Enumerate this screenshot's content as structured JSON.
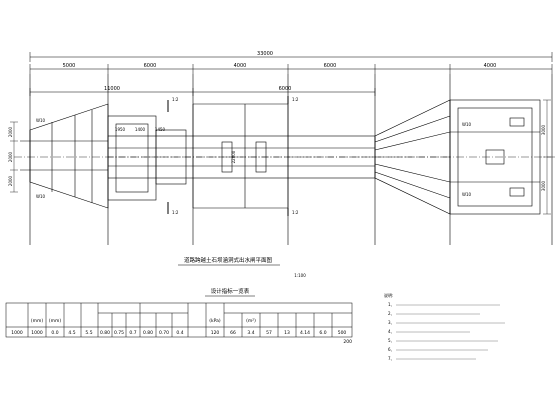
{
  "plan": {
    "overall_dim": "33000",
    "top_dims": [
      "5000",
      "6000",
      "4000",
      "6000",
      "4000"
    ],
    "second_dims": [
      "11000",
      "6000"
    ],
    "left_widths": [
      "1950",
      "1400",
      "1450"
    ],
    "left_vertical": [
      "2000",
      "2000",
      "2000"
    ],
    "right_vertical": [
      "3000",
      "3000"
    ],
    "section_marks": [
      "1:2",
      "1:2",
      "1:2",
      "1:2"
    ],
    "center_dim": "22000",
    "small_labels": [
      "W10",
      "W10",
      "W10",
      "W10"
    ],
    "title": "道路跨越土石坝涵洞式出水闸平面图",
    "scale": "1:100"
  },
  "table": {
    "title": "设计指标一览表",
    "headers": [
      "",
      "(mm)",
      "(mm)",
      "",
      "",
      "",
      "",
      "",
      "",
      "",
      "",
      "(kPa)",
      "",
      "(m²)",
      "",
      "",
      "",
      "",
      "",
      "",
      ""
    ],
    "values": [
      "1000",
      "1000",
      "0.0",
      "4.5",
      "5.5",
      "0.80",
      "0.75",
      "0.7",
      "0.80",
      "0.70",
      "0.4",
      "120",
      "66",
      "3.4",
      "57",
      "13",
      "4.14",
      "6.0",
      "500",
      "200"
    ]
  },
  "notes": {
    "heading": "说明:",
    "items": [
      "1、",
      "2、",
      "3、",
      "4、",
      "5、",
      "6、",
      "7、"
    ]
  }
}
